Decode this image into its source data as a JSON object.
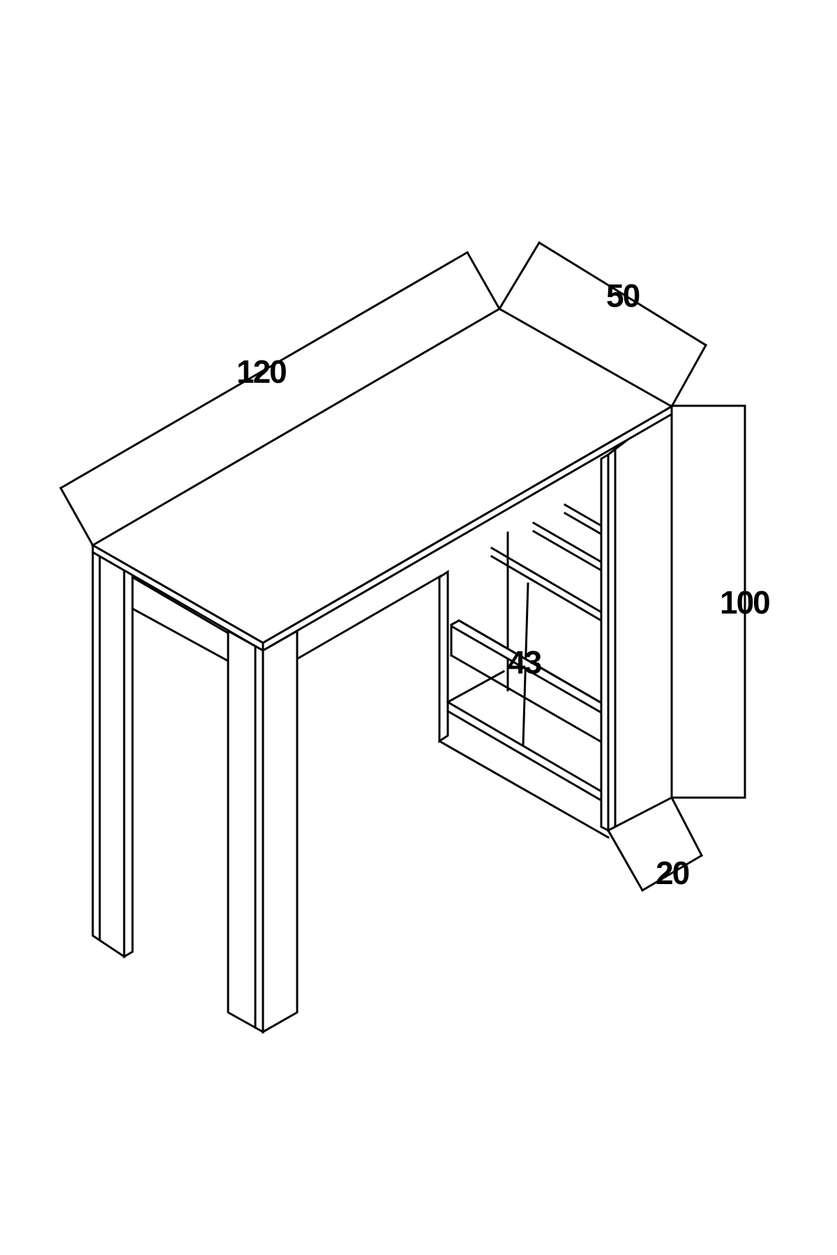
{
  "diagram": {
    "colors": {
      "line": "#000000",
      "background": "#ffffff"
    },
    "dimensions": {
      "width": "120",
      "depth": "50",
      "height": "100",
      "shelf_depth": "20",
      "inner_width": "43"
    }
  }
}
